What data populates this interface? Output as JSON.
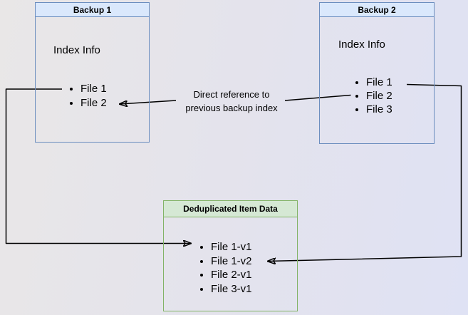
{
  "backup1": {
    "title": "Backup 1",
    "subtitle": "Index Info",
    "files": [
      "File 1",
      "File 2"
    ]
  },
  "backup2": {
    "title": "Backup 2",
    "subtitle": "Index Info",
    "files": [
      "File 1",
      "File 2",
      "File 3"
    ]
  },
  "dedup": {
    "title": "Deduplicated Item Data",
    "files": [
      "File 1-v1",
      "File 1-v2",
      "File 2-v1",
      "File 3-v1"
    ]
  },
  "annotation": {
    "line1": "Direct reference to",
    "line2": "previous backup index"
  },
  "connectors": [
    {
      "from": "Backup 1 / File 1",
      "to": "Deduplicated Item Data / File 1-v1"
    },
    {
      "from": "Backup 2 / File 1",
      "to": "Deduplicated Item Data / File 1-v2"
    },
    {
      "from": "Backup 2 / File 2",
      "to": "Backup 1 / File 2",
      "label": "Direct reference to previous backup index"
    }
  ],
  "colors": {
    "blue_fill": "#dae8fc",
    "blue_stroke": "#6c8ebf",
    "green_fill": "#d5e8d4",
    "green_stroke": "#82b366",
    "connector": "#000000"
  }
}
